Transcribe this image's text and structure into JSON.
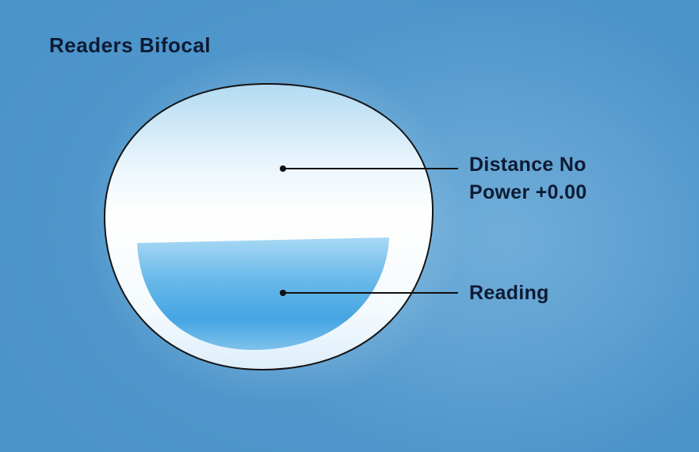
{
  "title": "Readers Bifocal",
  "callouts": {
    "distance": {
      "line1": "Distance No",
      "line2": "Power +0.00",
      "points_to": "upper lens zone"
    },
    "reading": {
      "label": "Reading",
      "points_to": "lower bifocal segment"
    }
  },
  "diagram": {
    "type": "lens-cross-section",
    "lens_shape": "rounded lens outline with flat-top reading segment in lower half"
  },
  "colors": {
    "background": "#4a93c9",
    "halo": "#a9d2ec",
    "lens_top_tint": "#b9ddf3",
    "lens_body": "#ffffff",
    "reading_segment_blue": "#45a5e2",
    "outline": "#151515",
    "text": "#0d1b33"
  }
}
